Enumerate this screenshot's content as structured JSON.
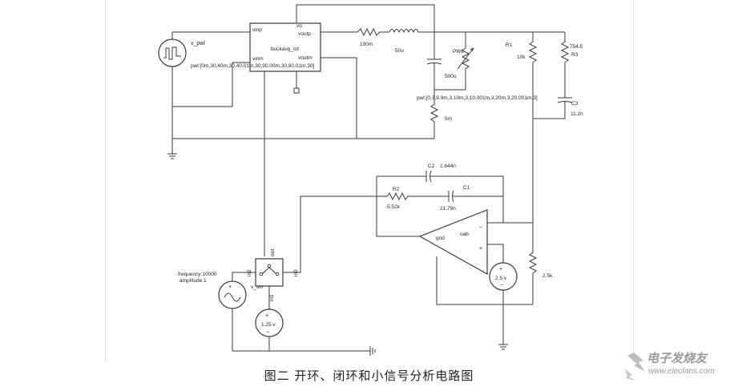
{
  "caption": "图二 开环、闭环和小信号分析电路图",
  "watermark": {
    "name": "电子发烧友",
    "url": "www.elecfans.com"
  },
  "labels": {
    "v_pwl": "v_pwl",
    "pwl_left": "pwl:[0m,30,40m,30,40.01m,30,90.00m,30,90.01m,30]",
    "vinp": "vinp",
    "vo": "vo",
    "voutp": "voutp",
    "block_name": "buckavg_cd",
    "vinm": "vinm",
    "voutm": "voutm",
    "r_series": "100m",
    "l_series": "50u",
    "c_out": "500u",
    "pwl_r": "PWL",
    "pwl_right": "pwl:[0,3,9.9m,3,10m,3,10.001m,3,20m,3,20.001m,3]",
    "r_esr": "5m",
    "r1_name": "R1",
    "r1_val": "10k",
    "r3_val": "754.5",
    "r3_name": "R3",
    "c3_name": "C3",
    "c3_val": "11.2n",
    "c2_name": "C2",
    "c2_val": "1.644n",
    "r2_name": "R2",
    "r2_val": "5.52k",
    "c1_name": "C1",
    "c1_val": "21.79n",
    "oa_name": "oab",
    "oa_gnd": "gnd",
    "vref": "2.5 v",
    "r_bottom": "2.5k",
    "freq": "frequency:10000",
    "amp": "amplitude:1",
    "in2": "in2",
    "out": "out",
    "in3": "in3",
    "vsin": "v_sin",
    "in1": "in1",
    "v125": "1.25 v"
  }
}
